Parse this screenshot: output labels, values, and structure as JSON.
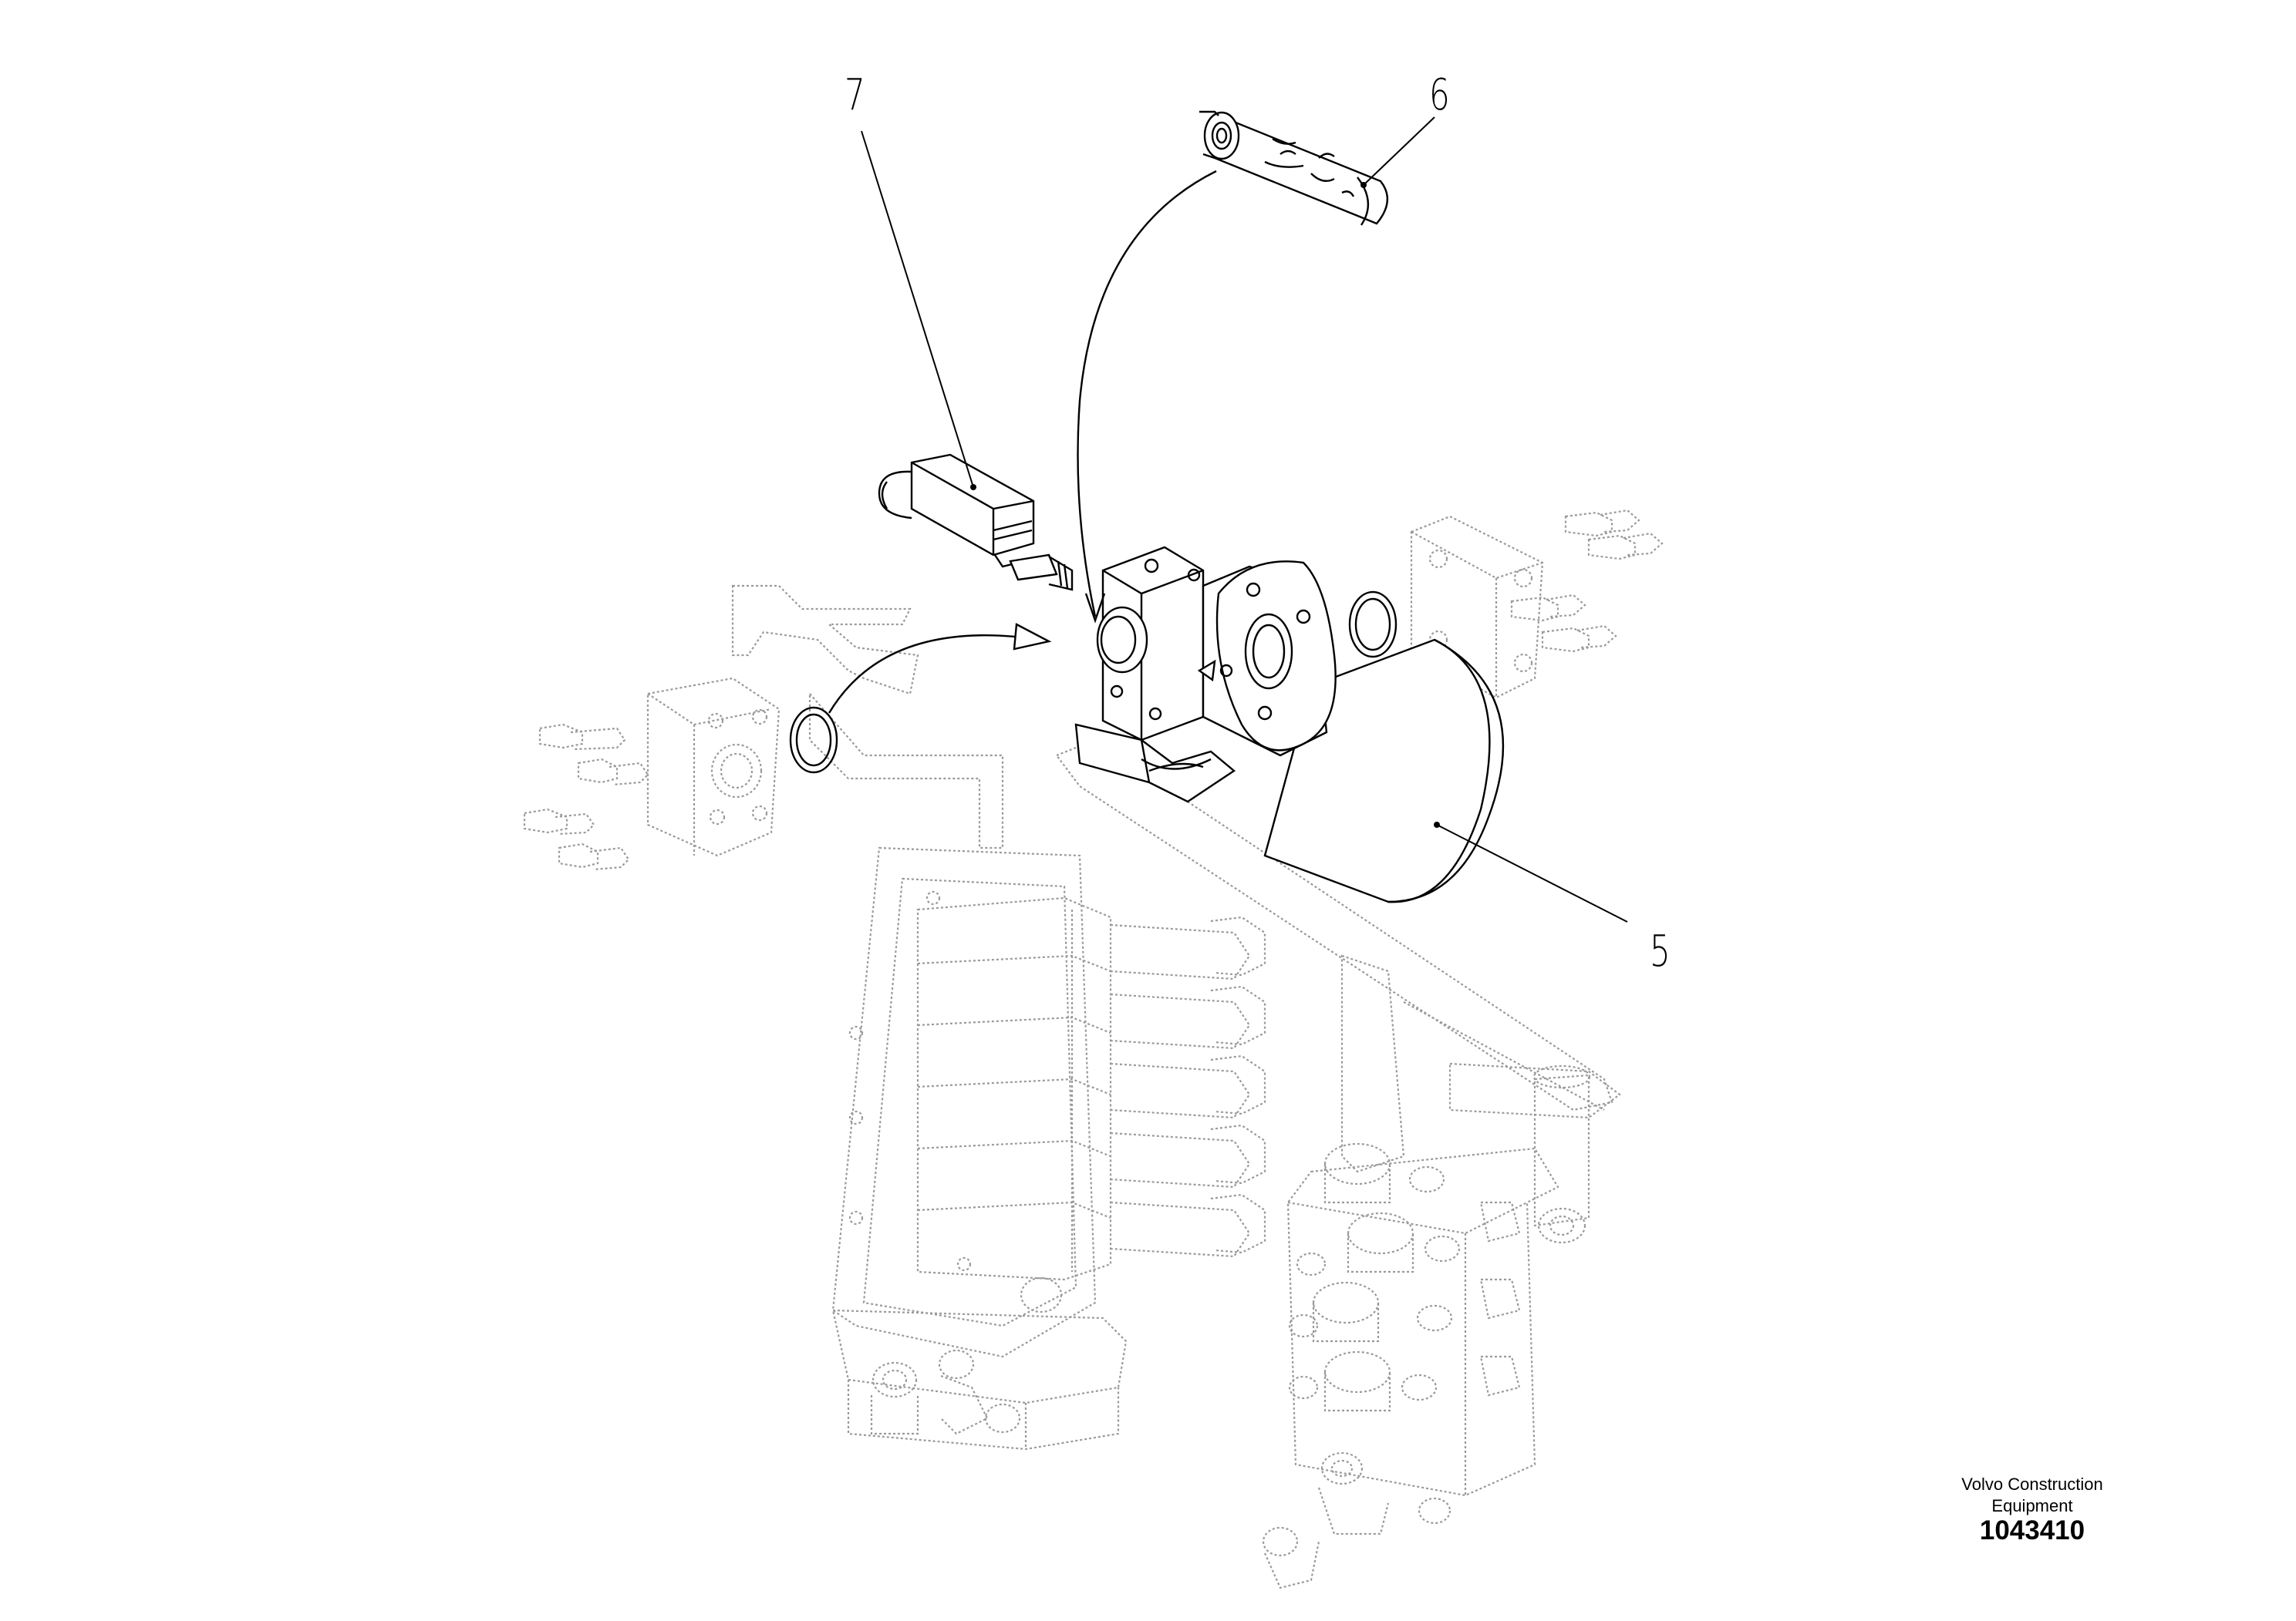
{
  "callouts": {
    "part_7": "7",
    "part_6": "6",
    "part_5": "5"
  },
  "footer": {
    "company_line1": "Volvo Construction",
    "company_line2": "Equipment",
    "illustration_number": "1043410"
  },
  "colors": {
    "line": "#000000",
    "faded_line": "#9a9a9a",
    "background": "#ffffff"
  }
}
